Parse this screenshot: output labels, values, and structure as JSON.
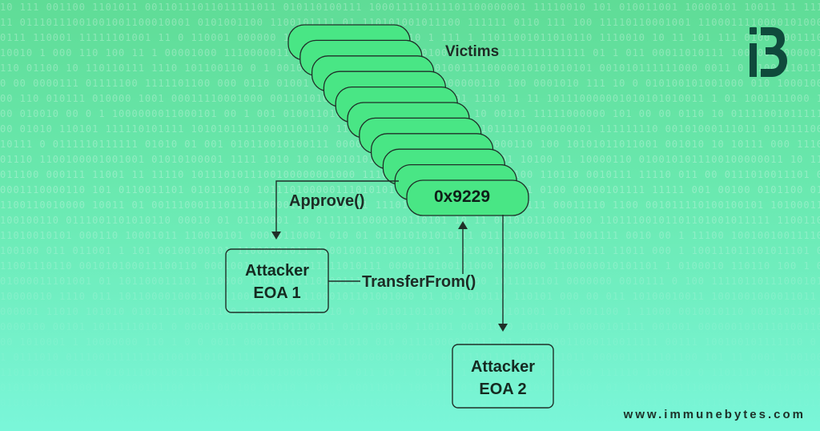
{
  "diagram": {
    "victims_label": "Victims",
    "victim_address": "0x9229",
    "approve_label": "Approve()",
    "transfer_label": "TransferFrom()",
    "attacker1_line1": "Attacker",
    "attacker1_line2": "EOA 1",
    "attacker2_line1": "Attacker",
    "attacker2_line2": "EOA 2"
  },
  "footer": {
    "website": "www.immunebytes.com"
  },
  "logo": {
    "icon": "immunebytes-logo-icon",
    "color": "#0f4a3c"
  },
  "colors": {
    "victim_pill_fill": "#49e685",
    "stroke": "#1f2f28"
  }
}
